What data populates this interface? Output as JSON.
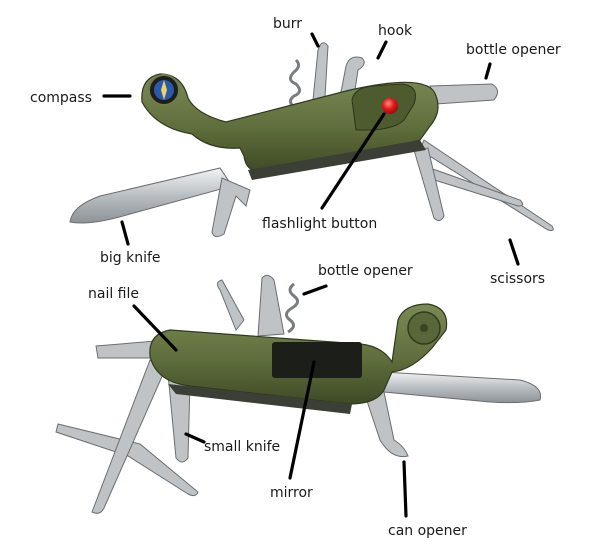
{
  "labels": {
    "burr": "burr",
    "hook": "hook",
    "bottle_opener_top": "bottle opener",
    "compass": "compass",
    "flashlight_button": "flashlight button",
    "big_knife": "big knife",
    "scissors": "scissors",
    "bottle_opener_bottom": "bottle opener",
    "nail_file": "nail file",
    "small_knife": "small knife",
    "mirror": "mirror",
    "can_opener": "can opener"
  },
  "colors": {
    "handle_green": "#5f6e3c",
    "steel": "#c9cdd0",
    "flashlight_red": "#e21a1a",
    "leader_line": "#000000"
  }
}
